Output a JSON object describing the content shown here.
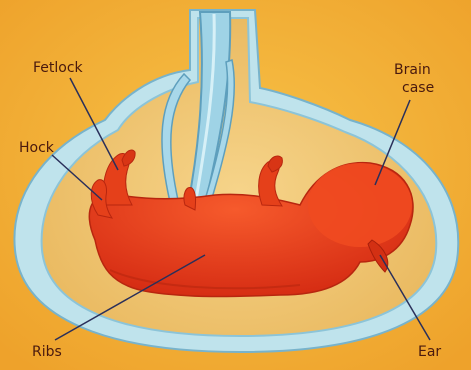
{
  "labels": {
    "fetlock": "Fetlock",
    "hock": "Hock",
    "brain_line1": "Brain",
    "brain_line2": "case",
    "ribs": "Ribs",
    "ear": "Ear"
  },
  "colors": {
    "background": "#f3ad32",
    "membrane_blue": "#aee0ee",
    "membrane_outline": "#6aa9c4",
    "amniotic_fluid": "#f2c979",
    "fetus_red": "#e43a18",
    "fetus_shadow": "#c92710",
    "leader_line": "#2a2f5a"
  }
}
